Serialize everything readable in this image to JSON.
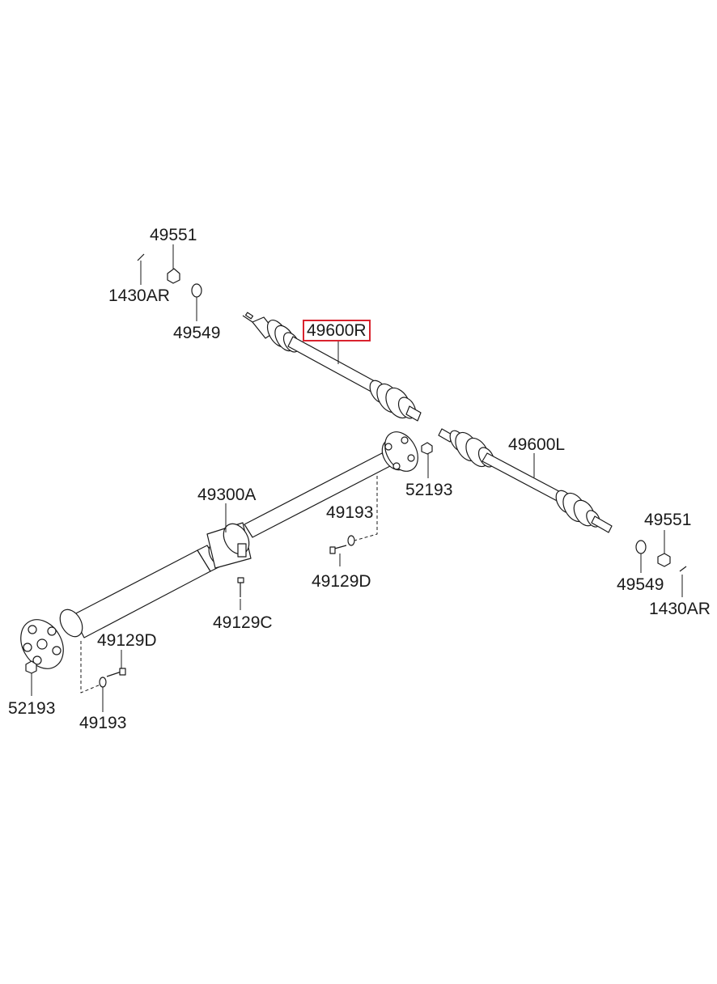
{
  "diagram": {
    "highlight_color": "#d9232e",
    "highlighted_part": "49600R",
    "labels": {
      "p49551_top": "49551",
      "p1430AR_top": "1430AR",
      "p49549_top": "49549",
      "p49600R": "49600R",
      "p49600L": "49600L",
      "p52193_right": "52193",
      "p49300A": "49300A",
      "p49193_mid": "49193",
      "p49129D_mid": "49129D",
      "p49129C": "49129C",
      "p49129D_low": "49129D",
      "p52193_left": "52193",
      "p49193_low": "49193",
      "p49551_right": "49551",
      "p49549_right": "49549",
      "p1430AR_right": "1430AR"
    }
  }
}
